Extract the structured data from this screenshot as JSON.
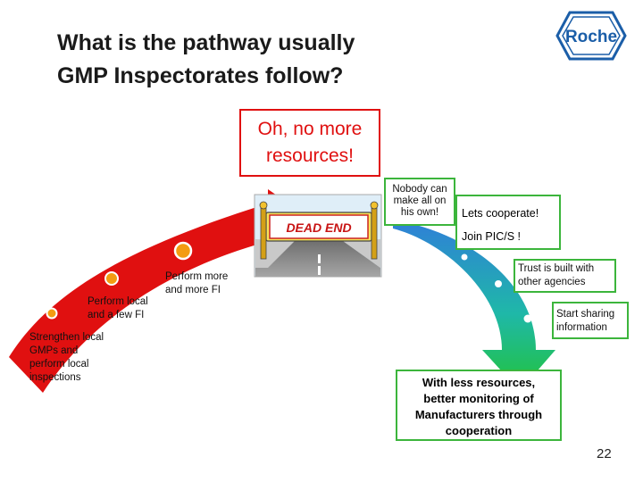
{
  "title": {
    "line1": "What is the pathway usually",
    "line2": "GMP Inspectorates follow?"
  },
  "logo": {
    "text": "Roche",
    "color": "#1b5ea8"
  },
  "callout": {
    "line1": "Oh, no more",
    "line2": "resources!"
  },
  "sign": {
    "text": "DEAD END"
  },
  "red_path": {
    "step1": [
      "Strengthen local",
      "GMPs and",
      "perform local",
      "inspections"
    ],
    "step2": [
      "Perform local",
      "and a few FI"
    ],
    "step3": [
      "Perform more",
      "and more FI"
    ]
  },
  "green_path": {
    "nobody": [
      "Nobody can",
      "make all on",
      "his own!"
    ],
    "cooperate": "Lets cooperate!",
    "join": "Join PIC/S !",
    "trust": [
      "Trust is built with",
      "other agencies"
    ],
    "sharing": [
      "Start sharing",
      "information"
    ],
    "result": [
      "With less resources,",
      "better monitoring of",
      "Manufacturers through",
      "cooperation"
    ]
  },
  "colors": {
    "red": "#e01010",
    "green": "#3cb53c",
    "orange": "#f39c12"
  },
  "page_number": "22"
}
